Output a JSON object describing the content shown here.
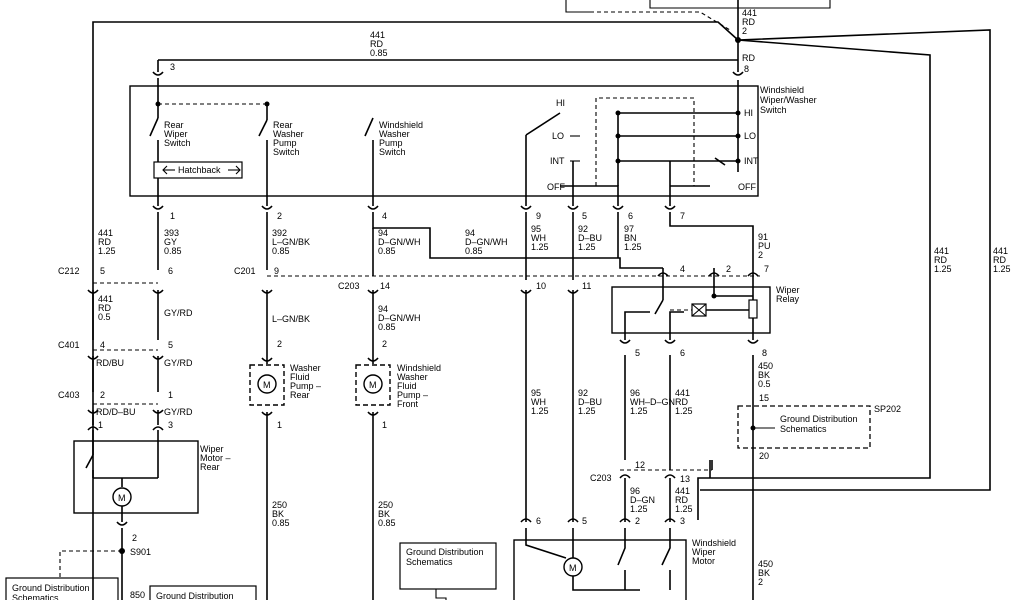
{
  "components": {
    "wiper_washer_switch": "Windshield Wiper/Washer Switch",
    "rear_wiper_switch": "Rear Wiper Switch",
    "rear_washer_pump_switch": "Rear Washer Pump Switch",
    "windshield_washer_pump_switch": "Windshield Washer Pump Switch",
    "hatchback": "Hatchback",
    "wiper_relay": "Wiper Relay",
    "washer_pump_rear": "Washer Fluid Pump – Rear",
    "washer_pump_front": "Windshield Washer Fluid Pump – Front",
    "wiper_motor_rear": "Wiper Motor – Rear",
    "windshield_wiper_motor": "Windshield Wiper Motor",
    "ground_distribution": "Ground Distribution Schematics",
    "motor_symbol": "M"
  },
  "switch_positions": [
    "HI",
    "LO",
    "INT",
    "OFF"
  ],
  "connectors": {
    "c212": "C212",
    "c201": "C201",
    "c203": "C203",
    "c401": "C401",
    "c403": "C403",
    "s901": "S901",
    "sp202": "SP202"
  },
  "wires": {
    "w441_top": [
      "441",
      "RD",
      "0.85"
    ],
    "w441_topright": [
      "441",
      "RD",
      "2"
    ],
    "w_rd": "RD",
    "w441_left": [
      "441",
      "RD",
      "1.25"
    ],
    "w393": [
      "393",
      "GY",
      "0.85"
    ],
    "w392": [
      "392",
      "L–GN/BK",
      "0.85"
    ],
    "w94_top": [
      "94",
      "D–GN/WH",
      "0.85"
    ],
    "w94_mid": [
      "94",
      "D–GN/WH",
      "0.85"
    ],
    "w94_lbl": [
      "94",
      "D–GN/WH",
      "0.85"
    ],
    "w95_top": [
      "95",
      "WH",
      "1.25"
    ],
    "w92_top": [
      "92",
      "D–BU",
      "1.25"
    ],
    "w97": [
      "97",
      "BN",
      "1.25"
    ],
    "w91": [
      "91",
      "PU",
      "2"
    ],
    "w441_right1": [
      "441",
      "RD",
      "1.25"
    ],
    "w441_right2": [
      "441",
      "RD",
      "1.25"
    ],
    "w441_05": [
      "441",
      "RD",
      "0.5"
    ],
    "gy_rd_1": "GY/RD",
    "gy_rd_2": "GY/RD",
    "gy_rd_3": "GY/RD",
    "rd_bu": "RD/BU",
    "rd_dbu": "RD/D–BU",
    "lgn_bk": "L–GN/BK",
    "w95_low": [
      "95",
      "WH",
      "1.25"
    ],
    "w92_low": [
      "92",
      "D–BU",
      "1.25"
    ],
    "w96_a": [
      "96",
      "WH–D–GN",
      "1.25"
    ],
    "w441_relay": [
      "441",
      "RD",
      "1.25"
    ],
    "w450_a": [
      "450",
      "BK",
      "0.5"
    ],
    "w96_b": [
      "96",
      "D–GN",
      "1.25"
    ],
    "w441_b": [
      "441",
      "RD",
      "1.25"
    ],
    "w250_a": [
      "250",
      "BK",
      "0.85"
    ],
    "w250_b": [
      "250",
      "BK",
      "0.85"
    ],
    "w450_b": [
      "450",
      "BK",
      "2"
    ],
    "w850": "850"
  },
  "pins": {
    "p3": "3",
    "p8": "8",
    "p2top": "2",
    "sw1": "1",
    "sw2": "2",
    "sw4": "4",
    "sw9": "9",
    "sw5": "5",
    "sw6": "6",
    "sw7": "7",
    "c212_5": "5",
    "c212_6": "6",
    "c201_9": "9",
    "c203_14": "14",
    "c203_10": "10",
    "c203_11": "11",
    "c401_4": "4",
    "c401_5": "5",
    "c403_2": "2",
    "c403_1": "1",
    "r4": "4",
    "r2": "2",
    "r7": "7",
    "r5": "5",
    "r6": "6",
    "r8": "8",
    "m1": "1",
    "m3": "3",
    "m2": "2",
    "pumpr_2": "2",
    "pumpr_1": "1",
    "pumpf_2": "2",
    "pumpf_1": "1",
    "sp15": "15",
    "sp20": "20",
    "c203b_12": "12",
    "c203b_13": "13",
    "wm6": "6",
    "wm5": "5",
    "wm2": "2",
    "wm3": "3"
  }
}
